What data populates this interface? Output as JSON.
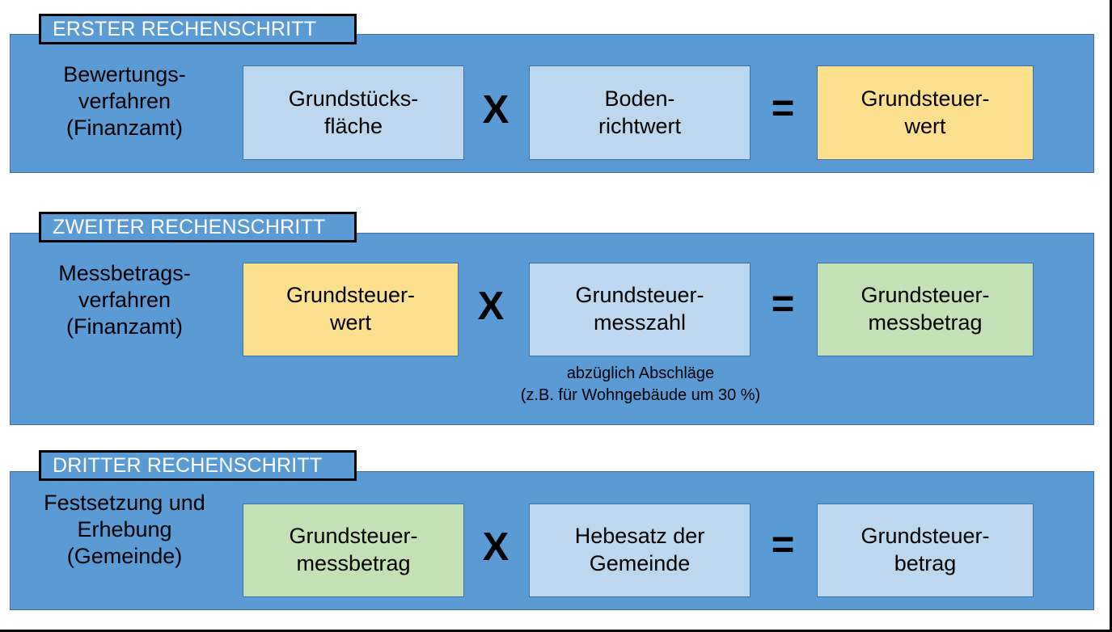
{
  "title": "Grundsteuer Berechnung - Drei Rechenschritte",
  "colors": {
    "panel_blue": "#5B9BD5",
    "panel_border": "#41719C",
    "box_light_blue": "#BDD7EE",
    "box_yellow": "#FCE08D",
    "box_green": "#C5E0B4",
    "badge_text": "#FFFFFF",
    "text": "#000000",
    "background": "#FFFFFF"
  },
  "operators": {
    "multiply": "X",
    "equals": "="
  },
  "steps": [
    {
      "badge": "ERSTER RECHENSCHRITT",
      "caption": "Bewertungs-\nverfahren\n(Finanzamt)",
      "factor_a": "Grundstücks-\nfläche",
      "factor_a_fill": "light-blue",
      "factor_b": "Boden-\nrichtwert",
      "factor_b_fill": "light-blue",
      "result": "Grundsteuer-\nwert",
      "result_fill": "yellow",
      "note": ""
    },
    {
      "badge": "ZWEITER RECHENSCHRITT",
      "caption": "Messbetrags-\nverfahren\n(Finanzamt)",
      "factor_a": "Grundsteuer-\nwert",
      "factor_a_fill": "yellow",
      "factor_b": "Grundsteuer-\nmesszahl",
      "factor_b_fill": "light-blue",
      "result": "Grundsteuer-\nmessbetrag",
      "result_fill": "green",
      "note": "abzüglich Abschläge\n(z.B. für Wohngebäude um 30 %)"
    },
    {
      "badge": "DRITTER RECHENSCHRITT",
      "caption": "Festsetzung und\nErhebung\n(Gemeinde)",
      "factor_a": "Grundsteuer-\nmessbetrag",
      "factor_a_fill": "green",
      "factor_b": "Hebesatz der\nGemeinde",
      "factor_b_fill": "light-blue",
      "result": "Grundsteuer-\nbetrag",
      "result_fill": "light-blue",
      "note": ""
    }
  ]
}
